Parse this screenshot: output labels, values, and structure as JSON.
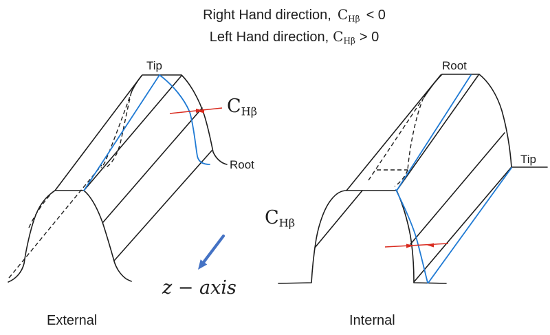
{
  "title": {
    "line1_text": "Right Hand direction,",
    "line1_rel": "< 0",
    "line2_text": "Left Hand direction,",
    "line2_rel": "> 0",
    "symbol_main": "C",
    "symbol_sub": "Hβ"
  },
  "figures": {
    "external": {
      "name": "External",
      "tip_label": "Tip",
      "root_label": "Root",
      "deviation_main": "C",
      "deviation_sub": "Hβ"
    },
    "internal": {
      "name": "Internal",
      "tip_label": "Tip",
      "root_label": "Root",
      "deviation_main": "C",
      "deviation_sub": "Hβ"
    }
  },
  "axis": {
    "label": "z − axis"
  },
  "colors": {
    "helix_blue": "#1f7ad4",
    "z_arrow_blue": "#4472c4",
    "deviation_red": "#d92b1f",
    "outline_black": "#1d1d1d"
  }
}
